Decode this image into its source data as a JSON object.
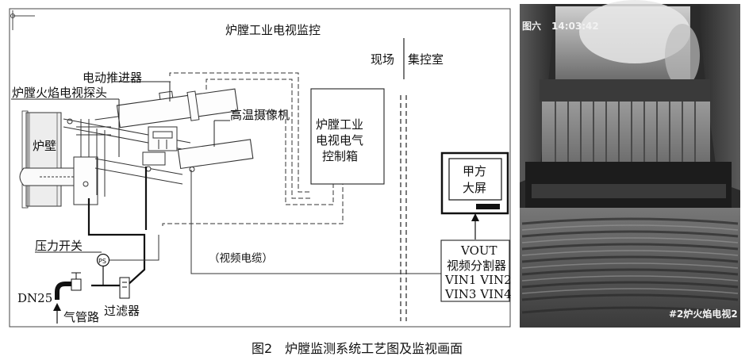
{
  "diagram": {
    "title": "炉膛工业电视监控",
    "labels": {
      "actuator": "电动推进器",
      "probe": "炉膛火焰电视探头",
      "camera": "高温摄像机",
      "wall": "炉壁",
      "pressure_switch": "压力开关",
      "ps": "PS",
      "dn25": "DN25",
      "air_pipe": "气管路",
      "filter": "过滤器",
      "video_cable": "（视频电缆）",
      "site": "现场",
      "control_room": "集控室"
    },
    "control_box": [
      "炉膛工业",
      "电视电气",
      "控制箱"
    ],
    "screen": [
      "甲方",
      "大屏"
    ],
    "splitter": [
      "VOUT",
      "视频分割器",
      "VIN1 VIN2",
      "VIN3 VIN4"
    ]
  },
  "photo": {
    "time_overlay": "14:03:42",
    "corner_mark": "图六",
    "caption_overlay": "#2炉火焰电视2"
  },
  "figure_caption": "图2　炉膛监测系统工艺图及监视画面"
}
